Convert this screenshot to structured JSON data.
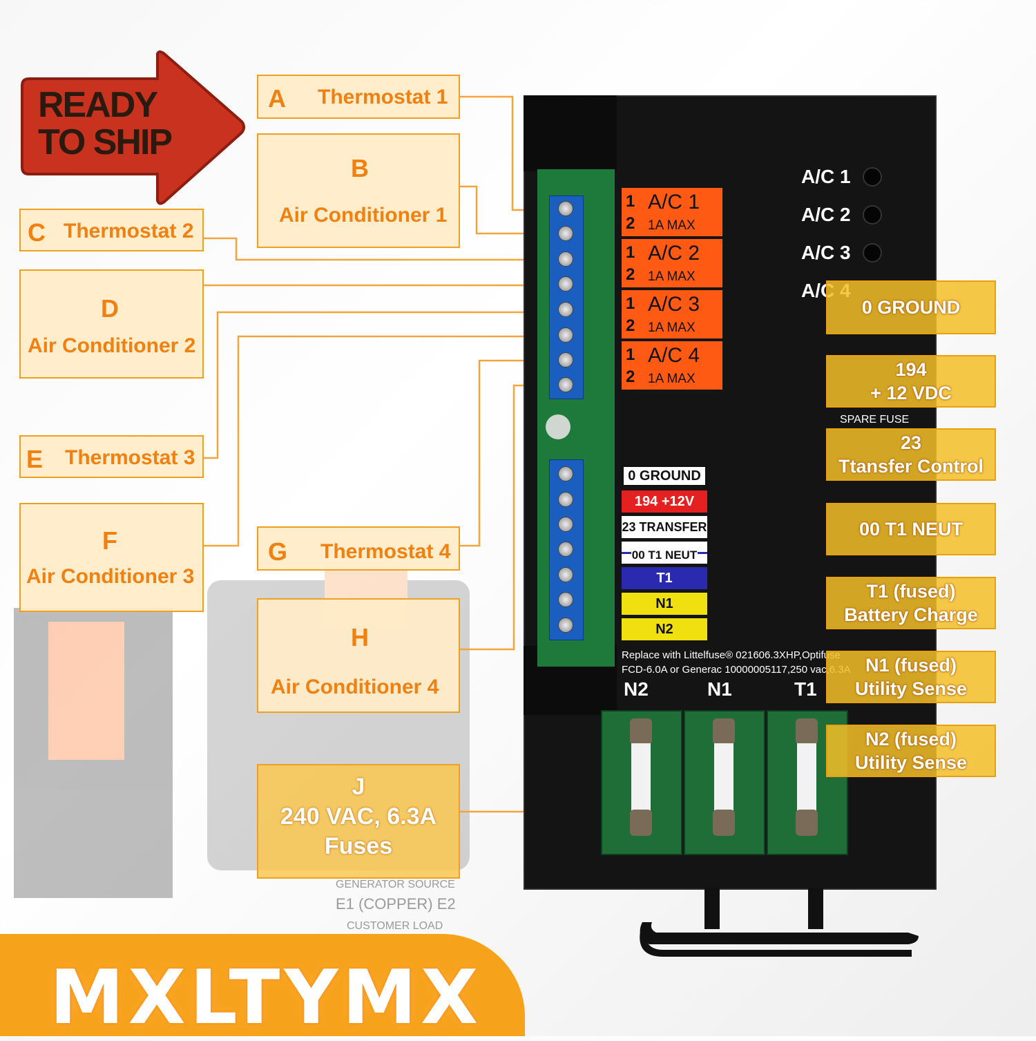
{
  "badge": {
    "line1": "READY",
    "line2": "TO SHIP"
  },
  "labels": {
    "a": {
      "letter": "A",
      "text": "Thermostat 1"
    },
    "b": {
      "letter": "B",
      "text": "Air Conditioner 1"
    },
    "c": {
      "letter": "C",
      "text": "Thermostat 2"
    },
    "d": {
      "letter": "D",
      "text": "Air Conditioner 2"
    },
    "e": {
      "letter": "E",
      "text": "Thermostat 3"
    },
    "f": {
      "letter": "F",
      "text": "Air Conditioner 3"
    },
    "g": {
      "letter": "G",
      "text": "Thermostat 4"
    },
    "h": {
      "letter": "H",
      "text": "Air Conditioner 4"
    },
    "j": {
      "letter": "J",
      "line1": "240 VAC, 6.3A",
      "line2": "Fuses"
    }
  },
  "right_labels": {
    "ground": "0 GROUND",
    "vdc_line1": "194",
    "vdc_line2": "+ 12 VDC",
    "spare": "SPARE FUSE",
    "transfer_line1": "23",
    "transfer_line2": "Ttansfer Control",
    "neut": "00 T1 NEUT",
    "t1_line1": "T1 (fused)",
    "t1_line2": "Battery Charge",
    "n1_line1": "N1 (fused)",
    "n1_line2": "Utility Sense",
    "n2_line1": "N2 (fused)",
    "n2_line2": "Utility Sense"
  },
  "device": {
    "tags": [
      {
        "n1": "1",
        "n2": "2",
        "name": "A/C 1",
        "max": "1A MAX"
      },
      {
        "n1": "1",
        "n2": "2",
        "name": "A/C 2",
        "max": "1A MAX"
      },
      {
        "n1": "1",
        "n2": "2",
        "name": "A/C 3",
        "max": "1A MAX"
      },
      {
        "n1": "1",
        "n2": "2",
        "name": "A/C 4",
        "max": "1A MAX"
      }
    ],
    "leds": [
      "A/C 1",
      "A/C 2",
      "A/C 3",
      "A/C 4"
    ],
    "wire_labels": [
      "0 GROUND",
      "194  +12V",
      "23 TRANSFER",
      "00 T1 NEUT",
      "T1",
      "N1",
      "N2"
    ],
    "replace_line1": "Replace with Littelfuse® 021606.3XHP,Optifuse",
    "replace_line2": "FCD-6.0A or Generac 10000005117,250 vac,6.3A",
    "fuse_labels": [
      "N2",
      "N1",
      "T1"
    ],
    "ghost_text": [
      "GENERATOR SOURCE",
      "E1 (COPPER) E2",
      "CUSTOMER LOAD"
    ]
  },
  "brand": "MXLTYMX"
}
